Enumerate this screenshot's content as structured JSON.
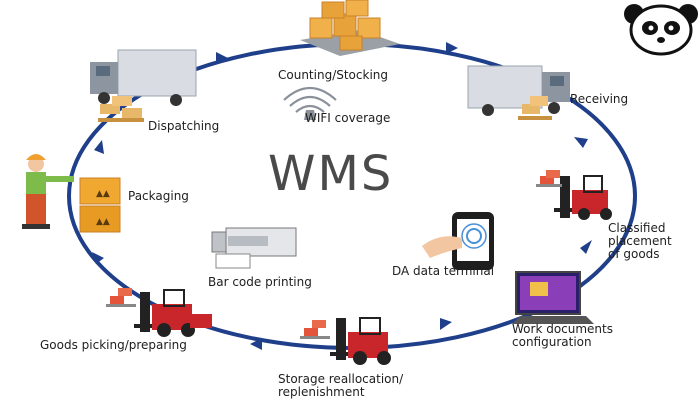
{
  "center_title": "WMS",
  "center_items": {
    "wifi": "WIFI coverage",
    "barcode": "Bar code printing",
    "terminal": "DA data terminal"
  },
  "cycle_steps": [
    {
      "id": "counting",
      "label": "Counting/Stocking"
    },
    {
      "id": "receiving",
      "label": "Receiving"
    },
    {
      "id": "classified",
      "lines": [
        "Classified",
        "placement",
        "of goods"
      ]
    },
    {
      "id": "workdocs",
      "lines": [
        "Work documents",
        "configuration"
      ]
    },
    {
      "id": "storage",
      "lines": [
        "Storage reallocation/",
        "replenishment"
      ]
    },
    {
      "id": "picking",
      "label": "Goods picking/preparing"
    },
    {
      "id": "packaging",
      "label": "Packaging"
    },
    {
      "id": "dispatching",
      "label": "Dispatching"
    }
  ],
  "colors": {
    "cycle_line": "#1f3f8a",
    "title": "#4a4a4a",
    "forklift": "#c8262b",
    "truck_body": "#d9dde3",
    "box": "#e8a23a"
  }
}
